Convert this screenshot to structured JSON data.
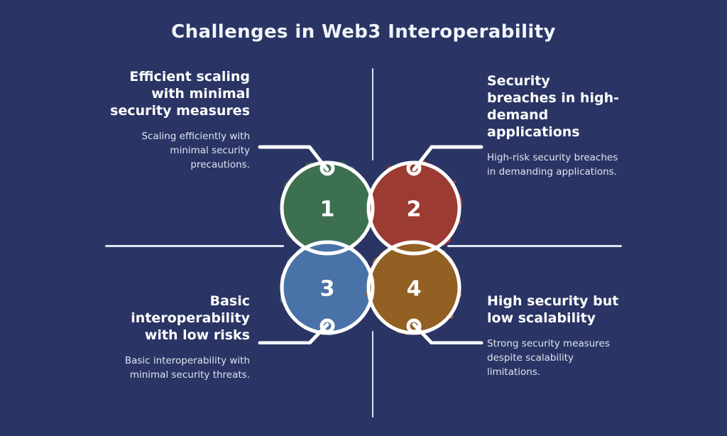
{
  "title": "Challenges in Web3 Interoperability",
  "colors": {
    "background": "#2a3565",
    "text_primary": "#ffffff",
    "text_secondary": "#dfe4f0",
    "outline": "#ffffff",
    "circle_1": "#3d7050",
    "circle_2": "#9c3b32",
    "circle_3": "#4a72a8",
    "circle_4": "#926024"
  },
  "quadrants": [
    {
      "number": "1",
      "heading": "Efficient scaling with minimal security measures",
      "body": "Scaling efficiently with minimal security precautions.",
      "color": "#3d7050",
      "position": "top-left"
    },
    {
      "number": "2",
      "heading": "Security breaches in high-demand applications",
      "body": "High-risk security breaches in demanding applications.",
      "color": "#9c3b32",
      "position": "top-right"
    },
    {
      "number": "3",
      "heading": "Basic interoperability with low risks",
      "body": "Basic interoperability with minimal security threats.",
      "color": "#4a72a8",
      "position": "bottom-left"
    },
    {
      "number": "4",
      "heading": "High security but low scalability",
      "body": "Strong security measures despite scalability limitations.",
      "color": "#926024",
      "position": "bottom-right"
    }
  ]
}
